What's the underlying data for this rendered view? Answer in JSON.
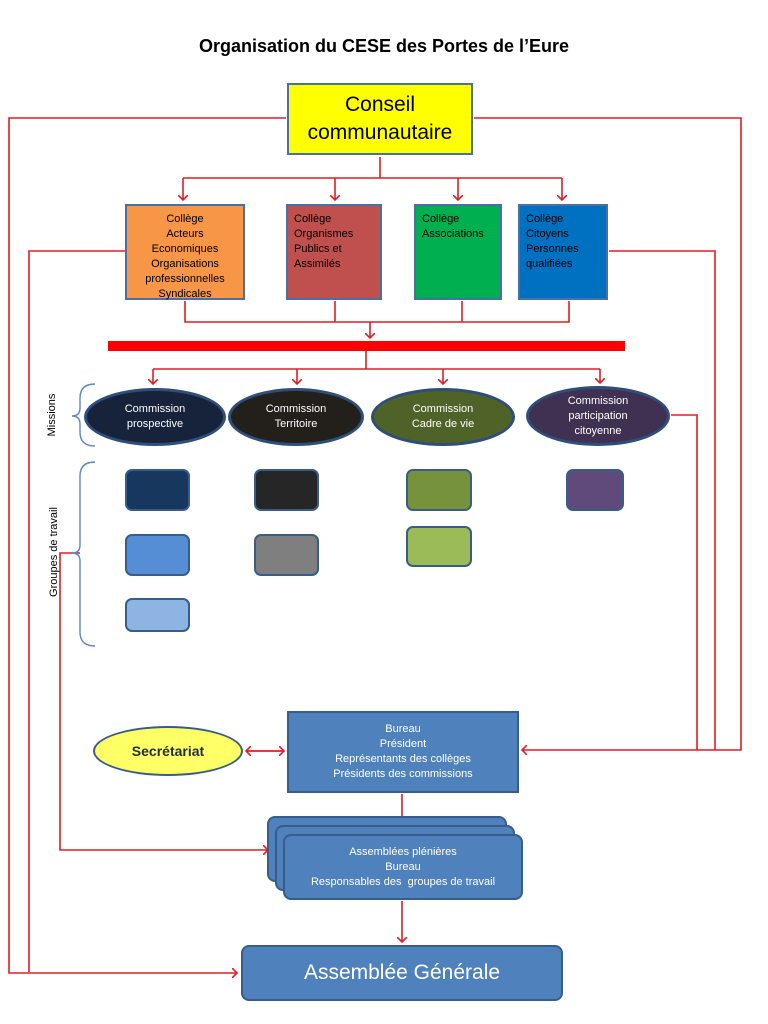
{
  "title": "Organisation du CESE des Portes de l’Eure",
  "conseil": {
    "lines": [
      "Conseil",
      "communautaire"
    ]
  },
  "colleges": [
    {
      "lines": [
        "Collège",
        "Acteurs",
        "Economiques",
        "Organisations",
        "professionnelles",
        "Syndicales"
      ],
      "color": "#f79646"
    },
    {
      "lines": [
        "Collège",
        "Organismes",
        "Publics et",
        "Assimilés"
      ],
      "color": "#c0504d"
    },
    {
      "lines": [
        "Collège",
        "Associations"
      ],
      "color": "#00b050"
    },
    {
      "lines": [
        "Collège",
        "Citoyens",
        "Personnes",
        "qualifiées"
      ],
      "color": "#0070c0"
    }
  ],
  "commissions": [
    {
      "lines": [
        "Commission",
        "prospective"
      ],
      "color": "#17223b"
    },
    {
      "lines": [
        "Commission",
        "Territoire"
      ],
      "color": "#231f1a"
    },
    {
      "lines": [
        "Commission",
        "Cadre de vie"
      ],
      "color": "#4f6228"
    },
    {
      "lines": [
        "Commission",
        "participation",
        "citoyenne"
      ],
      "color": "#403152"
    }
  ],
  "side_labels": {
    "missions": "Missions",
    "groupes": "Groupes de travail"
  },
  "secretariat": "Secrétariat",
  "bureau": {
    "lines": [
      "Bureau",
      "Président",
      "Représentants des collèges",
      "Présidents des commissions"
    ]
  },
  "pleniere": {
    "lines": [
      "Assemblées plénières",
      "Bureau",
      "Responsables des  groupes de travail"
    ]
  },
  "assemblee_generale": "Assemblée Générale",
  "colors": {
    "connector": "#e31b23",
    "bracket": "#5b87c5"
  }
}
